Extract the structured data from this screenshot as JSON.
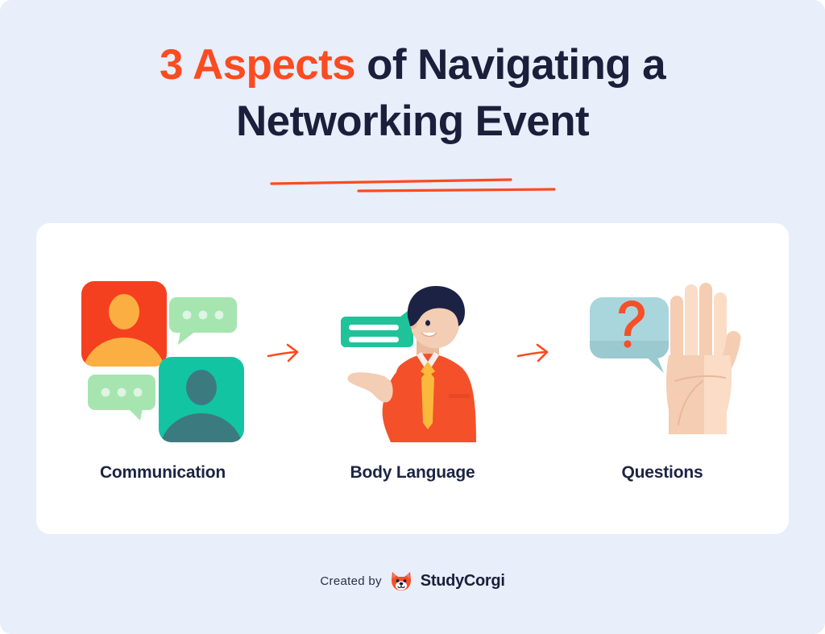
{
  "page": {
    "background_color": "#e8eefa",
    "card_color": "#ffffff"
  },
  "title": {
    "line1_accent": "3 Aspects",
    "line1_rest": " of Navigating a",
    "line2": "Networking Event",
    "accent_color": "#fb4b20",
    "text_color": "#1b1f3b"
  },
  "divider": {
    "name": "title-underline",
    "stroke_color": "#fb4b20",
    "strokes": 2
  },
  "steps": [
    {
      "label": "Communication",
      "icon": "people-chat-bubbles-icon",
      "colors": {
        "avatar_card_1": "#f4401f",
        "avatar_figure_1": "#fbaf42",
        "avatar_card_2": "#13c4a3",
        "avatar_figure_2": "#3b7b80",
        "bubble": "#a6e5b0"
      }
    },
    {
      "label": "Body Language",
      "icon": "man-gesturing-icon",
      "colors": {
        "shirt": "#f4502a",
        "tie": "#fbb93b",
        "hair": "#1c2244",
        "skin": "#f3cdb4",
        "bubble": "#1fc39a"
      }
    },
    {
      "label": "Questions",
      "icon": "raised-hand-question-icon",
      "colors": {
        "hand": "#f5cdb2",
        "bubble": "#a9d6dc",
        "question_mark": "#f4502a"
      }
    }
  ],
  "connectors": [
    {
      "name": "arrow-1",
      "color": "#fb4b20"
    },
    {
      "name": "arrow-2",
      "color": "#fb4b20"
    }
  ],
  "footer": {
    "created_by": "Created by",
    "brand": "StudyCorgi",
    "logo": "corgi-head-icon",
    "logo_color": "#f4502a"
  }
}
